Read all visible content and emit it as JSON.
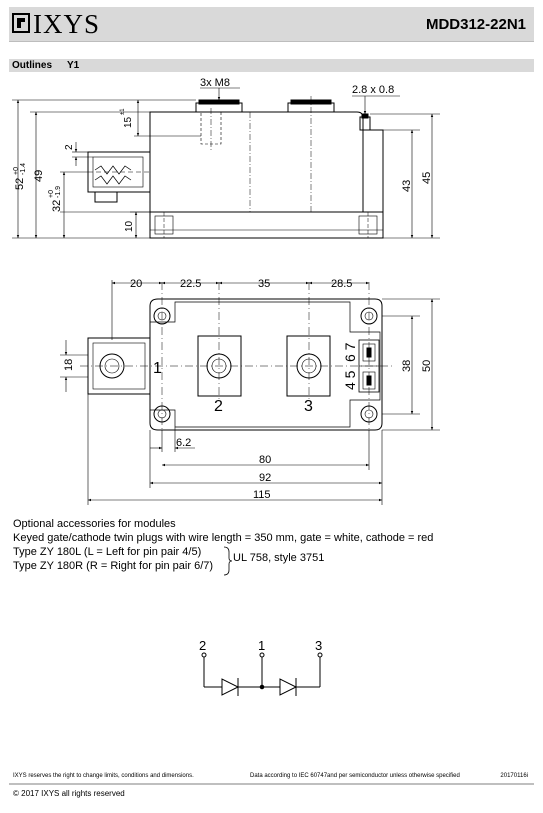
{
  "header": {
    "brand": "IXYS",
    "part_number": "MDD312-22N1"
  },
  "section": {
    "title": "Outlines",
    "variant": "Y1"
  },
  "side_view": {
    "labels": {
      "screws": "3x M8",
      "pin": "2.8 x 0.8",
      "dim_15": "15",
      "dim_15_tol": "±1",
      "dim_2": "2",
      "dim_52": "52",
      "dim_52_tol_up": "+0",
      "dim_52_tol_dn": "-1.4",
      "dim_49": "49",
      "dim_32": "32",
      "dim_32_tol_up": "+0",
      "dim_32_tol_dn": "-1.9",
      "dim_10": "10",
      "dim_43": "43",
      "dim_45": "45"
    }
  },
  "top_view": {
    "labels": {
      "dim_20": "20",
      "dim_22_5": "22.5",
      "dim_35": "35",
      "dim_28_5": "28.5",
      "dim_18": "18",
      "dim_38": "38",
      "dim_50": "50",
      "dim_6_2": "6.2",
      "dim_80": "80",
      "dim_92": "92",
      "dim_115": "115",
      "term_1": "1",
      "term_2": "2",
      "term_3": "3",
      "pins_67": "6 7",
      "pins_45": "4 5"
    }
  },
  "accessories": {
    "heading": "Optional accessories for modules",
    "line1": "Keyed gate/cathode twin plugs with wire length = 350 mm, gate = white, cathode = red",
    "line2": "Type ZY 180L  (L = Left for pin pair 4/5)",
    "line3": "Type ZY 180R (R = Right for pin pair 6/7)",
    "ul_note": "UL 758, style 3751"
  },
  "schematic": {
    "pin_left": "2",
    "pin_mid": "1",
    "pin_right": "3"
  },
  "footer": {
    "left": "IXYS reserves the right to change limits, conditions and dimensions.",
    "center": "Data according to IEC 60747and per semiconductor unless otherwise specified",
    "right": "20170116i",
    "copyright": "© 2017  IXYS all rights reserved"
  },
  "colors": {
    "header_bg": "#d9d9d9",
    "line": "#000000"
  }
}
